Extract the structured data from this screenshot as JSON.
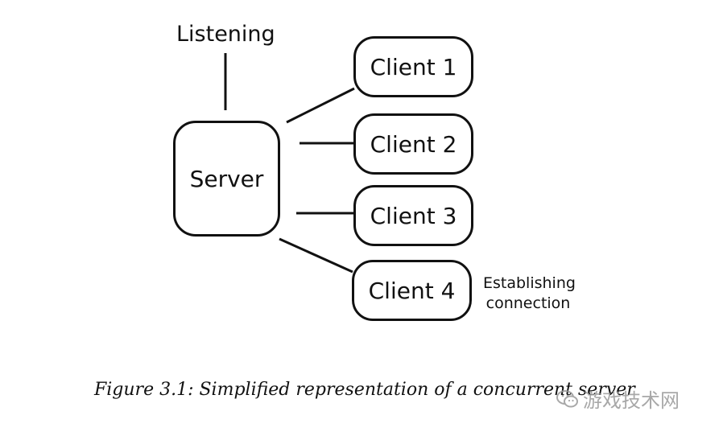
{
  "diagram": {
    "listening_label": "Listening",
    "server_label": "Server",
    "clients": [
      {
        "label": "Client 1"
      },
      {
        "label": "Client 2"
      },
      {
        "label": "Client 3"
      },
      {
        "label": "Client 4"
      }
    ],
    "establishing_label": "Establishing connection",
    "caption": "Figure 3.1: Simplified representation of a concurrent server"
  },
  "watermark": {
    "text": "游戏技术网",
    "icon": "wechat-icon",
    "color": "#9a9a9a"
  },
  "colors": {
    "stroke": "#111111",
    "background": "#ffffff"
  }
}
